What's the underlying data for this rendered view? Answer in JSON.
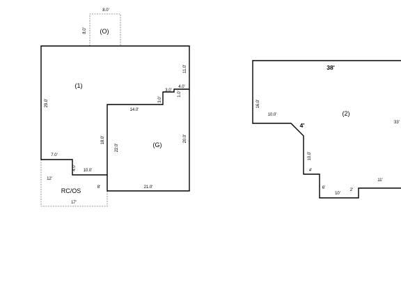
{
  "plan_left": {
    "areas": {
      "porch": "(O)",
      "house": "(1)",
      "garage": "(G)",
      "covered": "RC/OS"
    },
    "dims": {
      "porch_top": "8.0'",
      "porch_side": "8.0'",
      "house_left": "29.0'",
      "right_upper": "11.0'",
      "step_a": "3.0'",
      "step_b": "4.0'",
      "step_c": "3.0'",
      "step_d": "1.0'",
      "garage_top": "14.0'",
      "garage_left_outer": "18.0'",
      "garage_left_inner": "22.0'",
      "garage_right": "20.0'",
      "garage_bottom": "21.0'",
      "notch_top": "7.0'",
      "notch_side": "4.0'",
      "notch_bottom": "10.0'",
      "rc_left": "12'",
      "rc_right": "8'",
      "rc_bottom": "17'"
    }
  },
  "plan_right": {
    "area": "(2)",
    "dims": {
      "top": "38'",
      "left": "16.0'",
      "ledge": "10.0'",
      "diag": "4'",
      "drop": "10.0'",
      "small_w": "4'",
      "small_d": "6'",
      "bottom_a": "10'",
      "bottom_b": "2'",
      "bottom_c": "11'",
      "right": "33'"
    }
  }
}
